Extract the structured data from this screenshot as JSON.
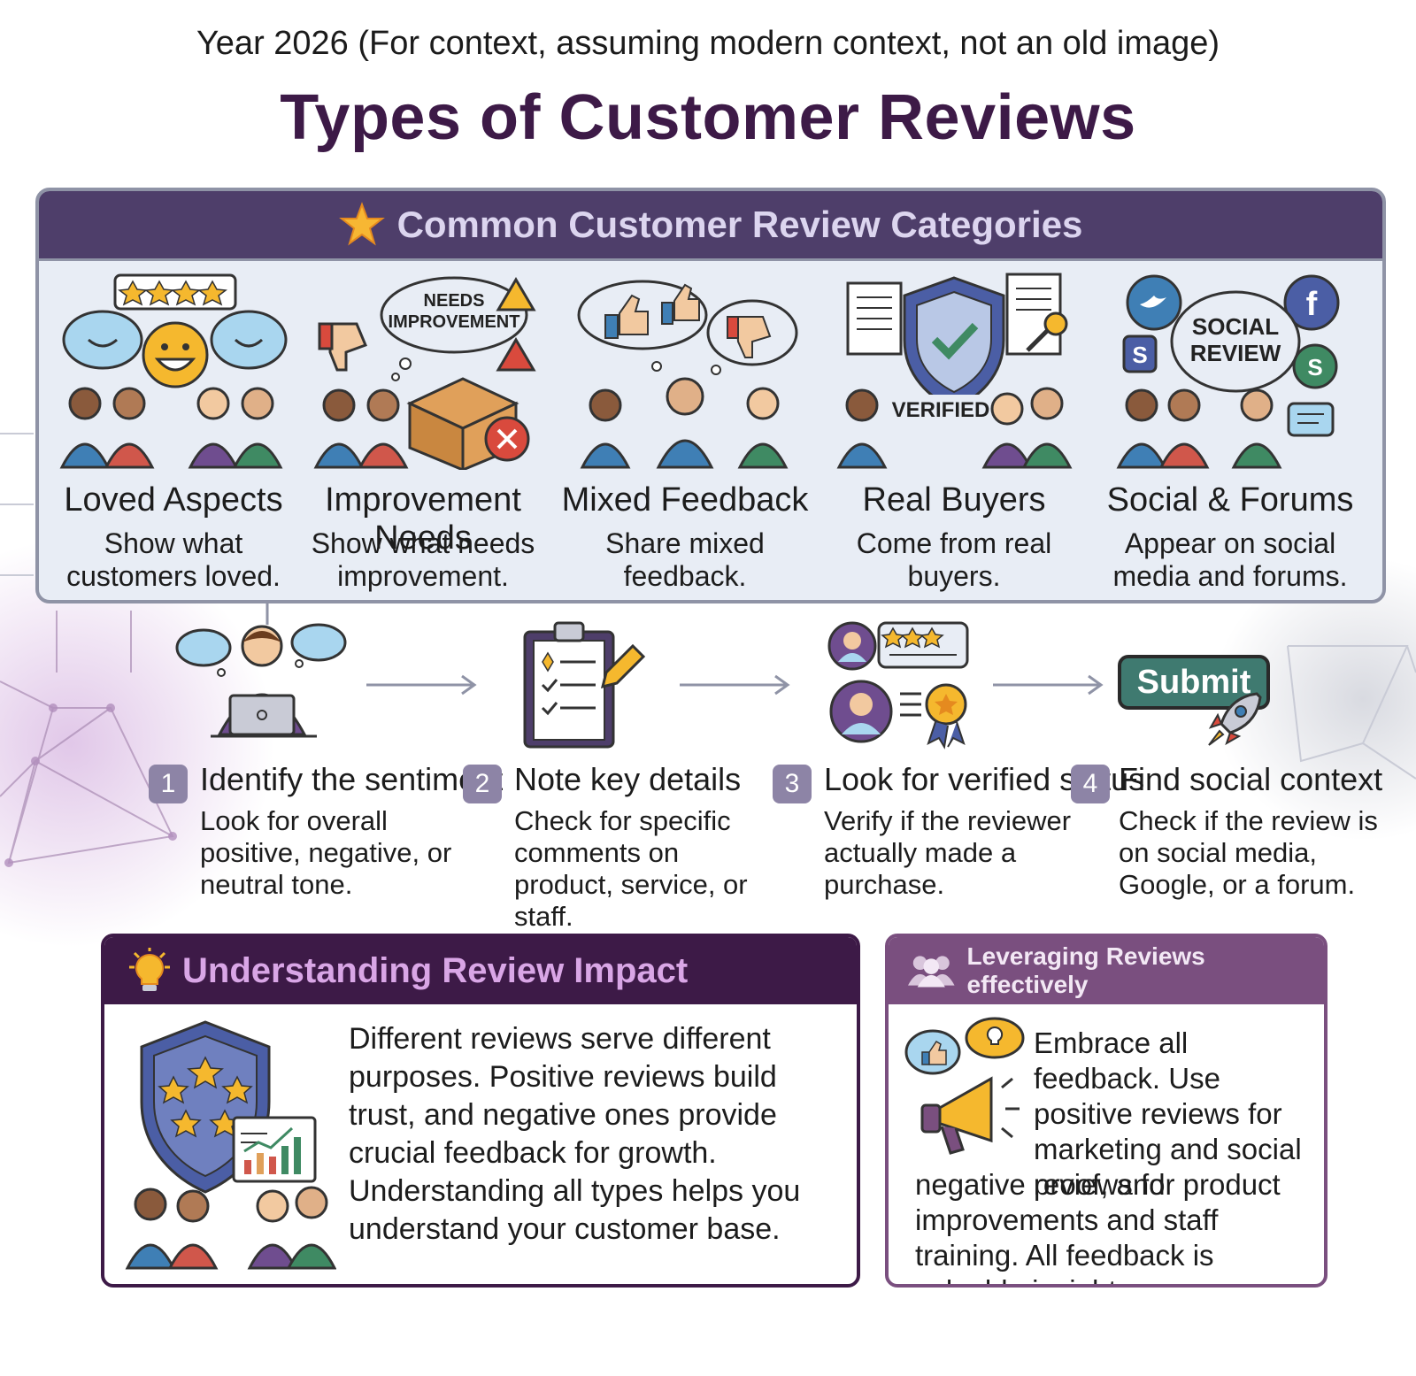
{
  "context_line": "Year 2026 (For context, assuming modern context, not an old image)",
  "title": "Types of Customer Reviews",
  "categories_section": {
    "header": "Common Customer Review Categories",
    "items": [
      {
        "title": "Loved Aspects",
        "desc": "Show what customers loved."
      },
      {
        "title": "Improvement Needs",
        "desc": "Show what needs improvement.",
        "badge": "NEEDS IMPROVEMENT"
      },
      {
        "title": "Mixed Feedback",
        "desc": "Share mixed feedback."
      },
      {
        "title": "Real Buyers",
        "desc": "Come from real buyers.",
        "badge": "VERIFIED"
      },
      {
        "title": "Social & Forums",
        "desc": "Appear on social media and forums.",
        "badge": "SOCIAL REVIEW"
      }
    ]
  },
  "steps": [
    {
      "num": "1",
      "title": "Identify the sentiment",
      "desc": "Look for overall positive, negative, or neutral tone."
    },
    {
      "num": "2",
      "title": "Note key details",
      "desc": "Check for specific comments on product, service, or staff."
    },
    {
      "num": "3",
      "title": "Look for verified status",
      "desc": "Verify if the reviewer actually made a purchase."
    },
    {
      "num": "4",
      "title": "Find social context",
      "desc": "Check if the review is on social media, Google, or a forum.",
      "button": "Submit"
    }
  ],
  "impact": {
    "header": "Understanding Review Impact",
    "p1": "Different reviews serve different purposes. Positive reviews build trust, and negative ones provide crucial feedback for growth.",
    "p2": "Understanding all types helps you understand your customer base."
  },
  "leverage": {
    "header": "Leveraging Reviews effectively",
    "p1": "Embrace all feedback. Use positive reviews for marketing and social proof, and",
    "p2": "negative reviews for product improvements and staff training. All feedback is valuable insight."
  },
  "colors": {
    "title": "#3d1a47",
    "category_header": "#4e3e6a",
    "impact_header": "#3d1a47",
    "leverage_header": "#7a4f7f",
    "submit_button": "#3f7a70",
    "step_badge": "#8d84a6"
  }
}
